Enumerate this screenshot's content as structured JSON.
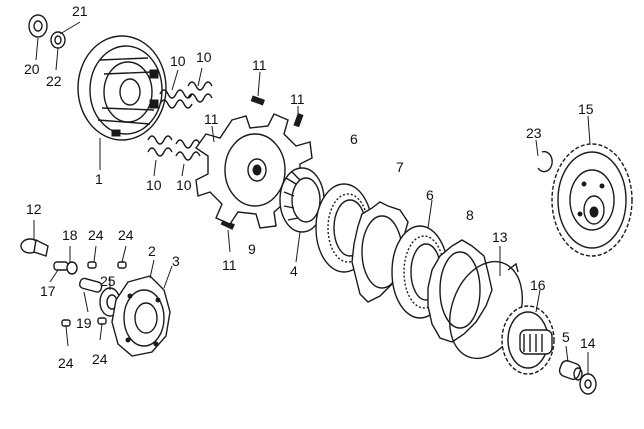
{
  "callouts": {
    "c1": "1",
    "c2": "2",
    "c3": "3",
    "c4": "4",
    "c5": "5",
    "c6a": "6",
    "c6b": "6",
    "c7": "7",
    "c8": "8",
    "c9": "9",
    "c10a": "10",
    "c10b": "10",
    "c10c": "10",
    "c10d": "10",
    "c11a": "11",
    "c11b": "11",
    "c11c": "11",
    "c11d": "11",
    "c12": "12",
    "c13": "13",
    "c14": "14",
    "c15": "15",
    "c16": "16",
    "c17": "17",
    "c18": "18",
    "c19": "19",
    "c20": "20",
    "c21": "21",
    "c22": "22",
    "c23": "23",
    "c24a": "24",
    "c24b": "24",
    "c24c": "24",
    "c24d": "24",
    "c25": "25"
  },
  "colors": {
    "line": "#1a1a1a",
    "background": "#ffffff"
  }
}
